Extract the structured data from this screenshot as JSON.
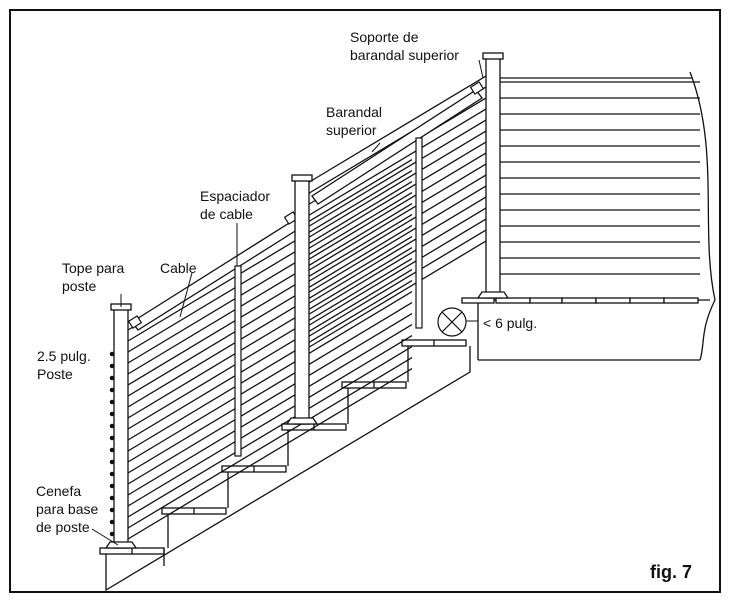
{
  "labels": {
    "soporte_line1": "Soporte de",
    "soporte_line2": "barandal superior",
    "barandal_line1": "Barandal",
    "barandal_line2": "superior",
    "espaciador_line1": "Espaciador",
    "espaciador_line2": "de cable",
    "tope_line1": "Tope para",
    "tope_line2": "poste",
    "cable": "Cable",
    "poste_size": "2.5 pulg.",
    "poste": "Poste",
    "cenefa_line1": "Cenefa",
    "cenefa_line2": "para base",
    "cenefa_line3": "de poste",
    "gap": "< 6 pulg."
  },
  "figure": {
    "number": "fig. 7"
  }
}
